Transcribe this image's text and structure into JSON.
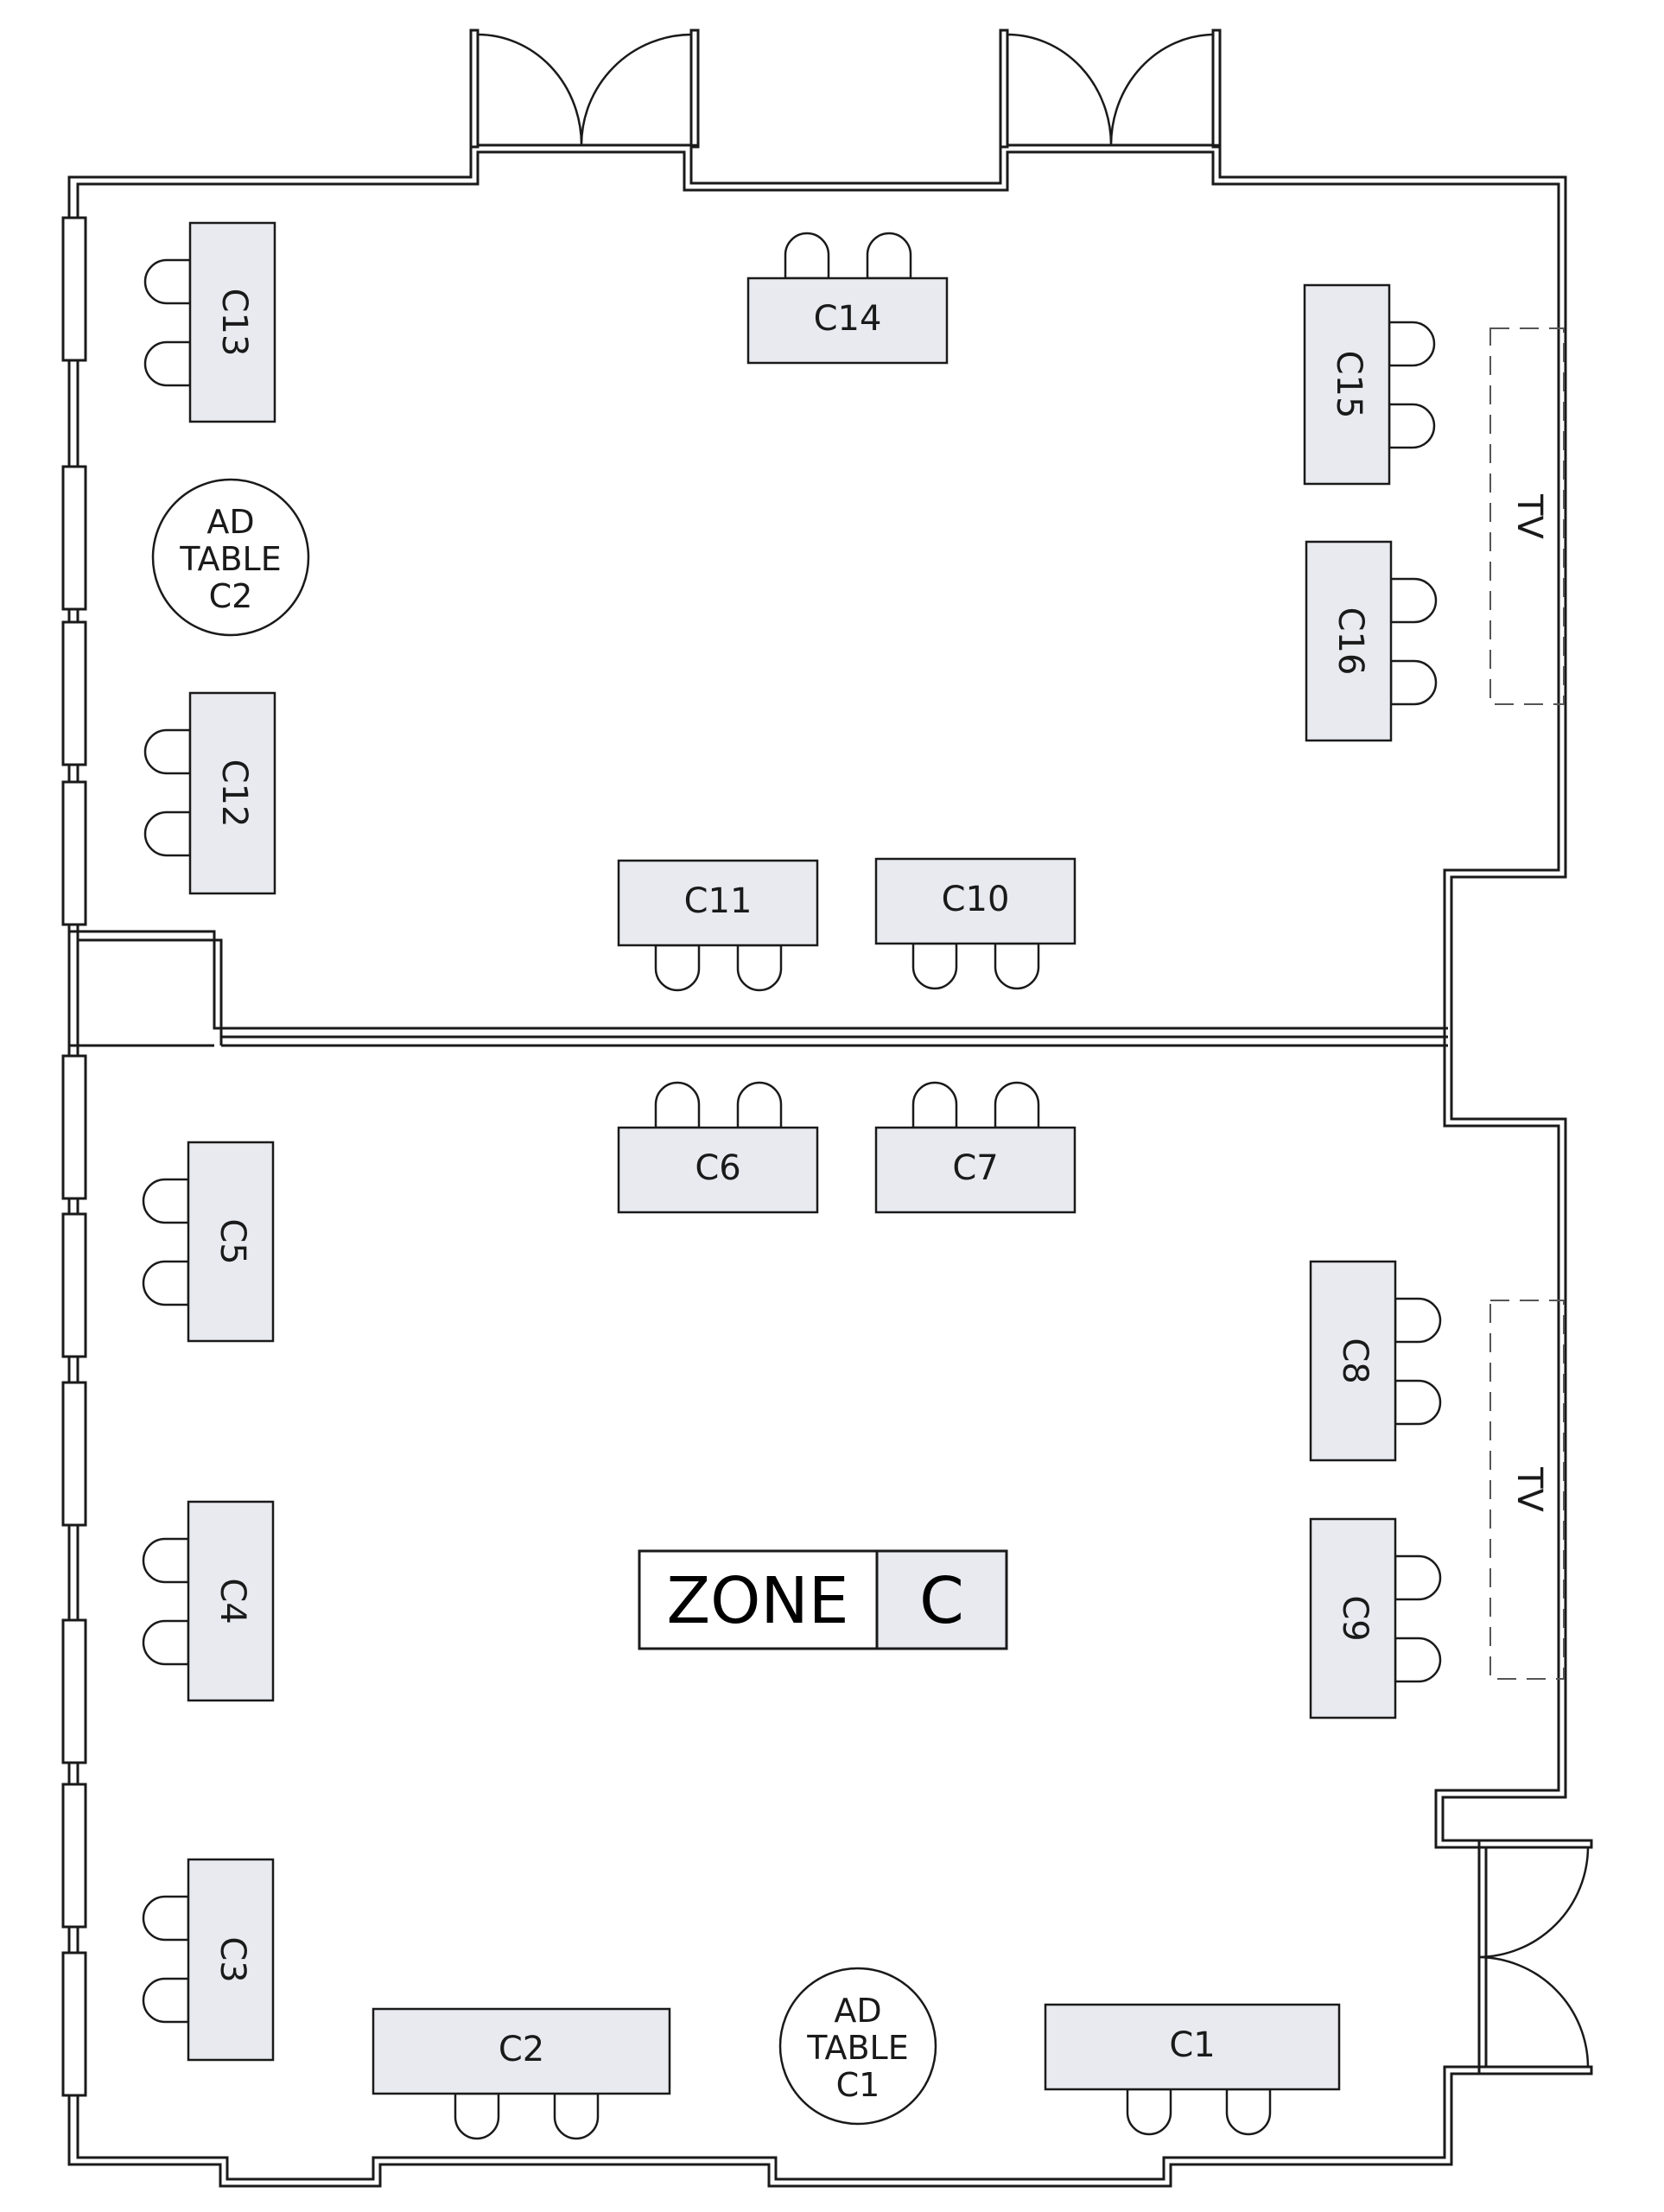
{
  "colors": {
    "table_fill": "#e8eaf0",
    "line": "#1a1a1a",
    "background": "#ffffff"
  },
  "zone": {
    "word": "ZONE",
    "letter": "C"
  },
  "tv_label": "TV",
  "ad_tables": [
    {
      "id": "ad-c2",
      "lines": [
        "AD",
        "TABLE",
        "C2"
      ]
    },
    {
      "id": "ad-c1",
      "lines": [
        "AD",
        "TABLE",
        "C1"
      ]
    }
  ],
  "tables": [
    {
      "id": "C13",
      "label": "C13"
    },
    {
      "id": "C14",
      "label": "C14"
    },
    {
      "id": "C15",
      "label": "C15"
    },
    {
      "id": "C16",
      "label": "C16"
    },
    {
      "id": "C12",
      "label": "C12"
    },
    {
      "id": "C11",
      "label": "C11"
    },
    {
      "id": "C10",
      "label": "C10"
    },
    {
      "id": "C6",
      "label": "C6"
    },
    {
      "id": "C7",
      "label": "C7"
    },
    {
      "id": "C5",
      "label": "C5"
    },
    {
      "id": "C8",
      "label": "C8"
    },
    {
      "id": "C9",
      "label": "C9"
    },
    {
      "id": "C4",
      "label": "C4"
    },
    {
      "id": "C3",
      "label": "C3"
    },
    {
      "id": "C2",
      "label": "C2"
    },
    {
      "id": "C1",
      "label": "C1"
    }
  ]
}
